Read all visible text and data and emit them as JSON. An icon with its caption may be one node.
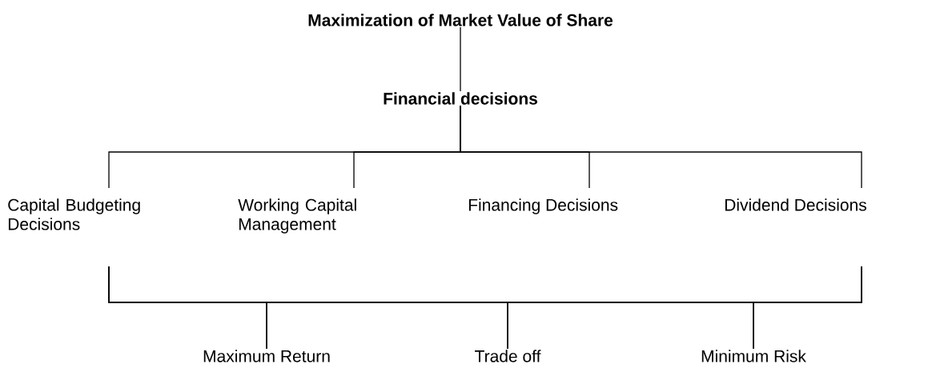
{
  "diagram": {
    "nodes": [
      {
        "text": [
          "Maximization of Market Value of Share"
        ]
      },
      {
        "text": [
          "Financial decisions"
        ]
      },
      {
        "text": [
          "Capital Budgeting Decisions"
        ]
      },
      {
        "text": [
          "Working Capital Management"
        ]
      },
      {
        "text": [
          "Financing Decisions"
        ]
      },
      {
        "text": [
          "Dividend Decisions"
        ]
      },
      {
        "text": [
          "Maximum Return"
        ]
      },
      {
        "text": [
          "Trade off"
        ]
      },
      {
        "text": [
          "Minimum Risk"
        ]
      }
    ],
    "edges": [
      {
        "from": 0,
        "to": 1,
        "arrow": "none"
      },
      {
        "from": 1,
        "to": 2,
        "arrow": "none"
      },
      {
        "from": 1,
        "to": 3,
        "arrow": "none"
      },
      {
        "from": 1,
        "to": 4,
        "arrow": "none"
      },
      {
        "from": 1,
        "to": 5,
        "arrow": "none"
      },
      {
        "from": 2,
        "to": 6,
        "arrow": "none"
      },
      {
        "from": 2,
        "to": 7,
        "arrow": "none"
      },
      {
        "from": 2,
        "to": 8,
        "arrow": "none"
      },
      {
        "from": 5,
        "to": 6,
        "arrow": "none"
      },
      {
        "from": 5,
        "to": 7,
        "arrow": "none"
      },
      {
        "from": 5,
        "to": 8,
        "arrow": "none"
      }
    ]
  }
}
